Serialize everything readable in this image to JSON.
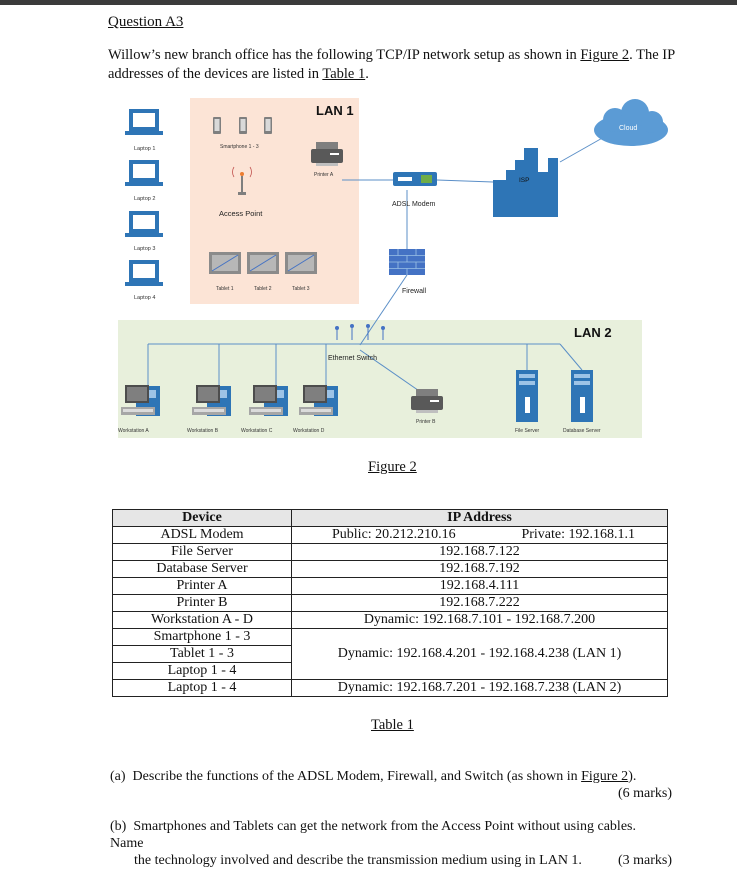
{
  "question": {
    "heading": "Question A3",
    "intro": {
      "part1": "Willow’s new branch office has the following TCP/IP network setup as shown in ",
      "fig_ref": "Figure 2",
      "part2": ".  The IP addresses of the devices are listed in ",
      "table_ref": "Table 1",
      "part3": "."
    }
  },
  "diagram": {
    "lan1_label": "LAN 1",
    "lan2_label": "LAN 2",
    "cloud_label": "Cloud",
    "isp_label": "ISP",
    "modem_label": "ADSL Modem",
    "firewall_label": "Firewall",
    "switch_label": "Ethernet Switch",
    "access_point_label": "Access Point",
    "smartphone_label": "Smartphone 1 - 3",
    "printer_a_label": "Printer A",
    "printer_b_label": "Printer B",
    "laptops": [
      "Laptop 1",
      "Laptop 2",
      "Laptop 3",
      "Laptop 4"
    ],
    "tablets": [
      "Tablet 1",
      "Tablet 2",
      "Tablet 3"
    ],
    "workstations": [
      "Workstation A",
      "Workstation B",
      "Workstation C",
      "Workstation D"
    ],
    "file_server_label": "File Server",
    "db_server_label": "Database Server",
    "caption": "Figure 2",
    "colors": {
      "lan1_bg": "#fce4d6",
      "lan2_bg": "#e8f0dc",
      "cloud": "#5b9bd5",
      "isp": "#2e75b6",
      "firewall": "#4472c4"
    }
  },
  "table": {
    "headers": [
      "Device",
      "IP Address"
    ],
    "rows": [
      {
        "device": "ADSL Modem",
        "public": "Public: 20.212.210.16",
        "private": "Private: 192.168.1.1"
      },
      {
        "device": "File Server",
        "ip": "192.168.7.122"
      },
      {
        "device": "Database Server",
        "ip": "192.168.7.192"
      },
      {
        "device": "Printer A",
        "ip": "192.168.4.111"
      },
      {
        "device": "Printer B",
        "ip": "192.168.7.222"
      },
      {
        "device": "Workstation A - D",
        "ip": "Dynamic: 192.168.7.101 - 192.168.7.200"
      },
      {
        "device": "Smartphone 1 - 3",
        "ip": ""
      },
      {
        "device": "Tablet 1 - 3",
        "ip": "Dynamic: 192.168.4.201 - 192.168.4.238 (LAN 1)"
      },
      {
        "device": "Laptop 1 - 4",
        "ip": ""
      },
      {
        "device": "Laptop 1 - 4",
        "ip": "Dynamic: 192.168.7.201 - 192.168.7.238 (LAN 2)"
      }
    ],
    "caption": "Table 1"
  },
  "parts": [
    {
      "label": "(a)",
      "text": "Describe the functions of the ADSL Modem, Firewall, and Switch (as shown in ",
      "ref": "Figure 2",
      "text_end": ").",
      "marks": "(6 marks)"
    },
    {
      "label": "(b)",
      "line1": "Smartphones and Tablets can get the network from the Access Point without using cables.  Name",
      "line2": "the technology involved and describe the transmission medium using in LAN 1.",
      "marks": "(3 marks)"
    }
  ]
}
